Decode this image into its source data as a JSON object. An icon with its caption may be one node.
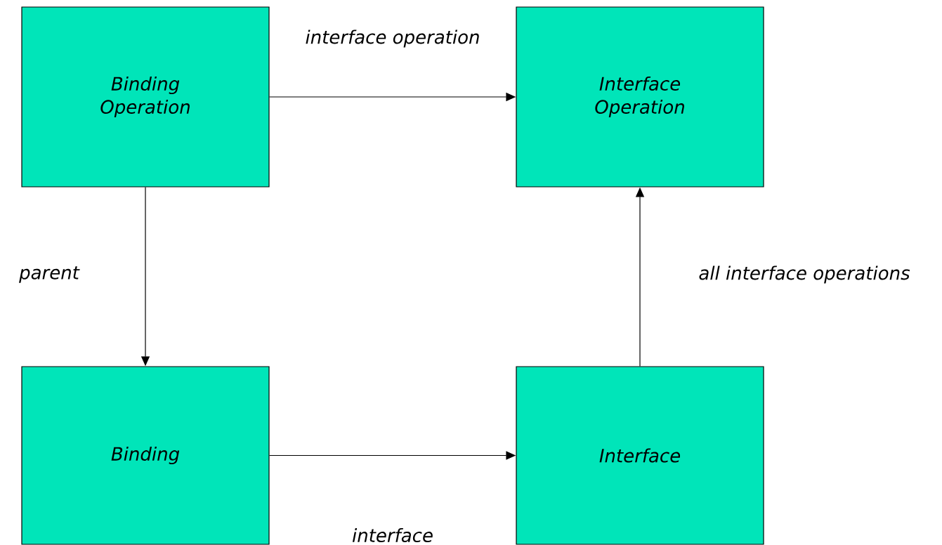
{
  "diagram": {
    "nodes": [
      {
        "text": [
          "Binding Operation"
        ]
      },
      {
        "text": [
          "Interface Operation"
        ]
      },
      {
        "text": [
          "Binding"
        ]
      },
      {
        "text": [
          "Interface"
        ]
      }
    ],
    "edges": [
      {
        "from": 0,
        "to": 1,
        "arrow": "to",
        "label": "interface operation"
      },
      {
        "from": 0,
        "to": 2,
        "arrow": "to",
        "label": "parent"
      },
      {
        "from": 2,
        "to": 3,
        "arrow": "to",
        "label": "interface"
      },
      {
        "from": 3,
        "to": 1,
        "arrow": "to",
        "label": "all interface operations"
      }
    ]
  }
}
